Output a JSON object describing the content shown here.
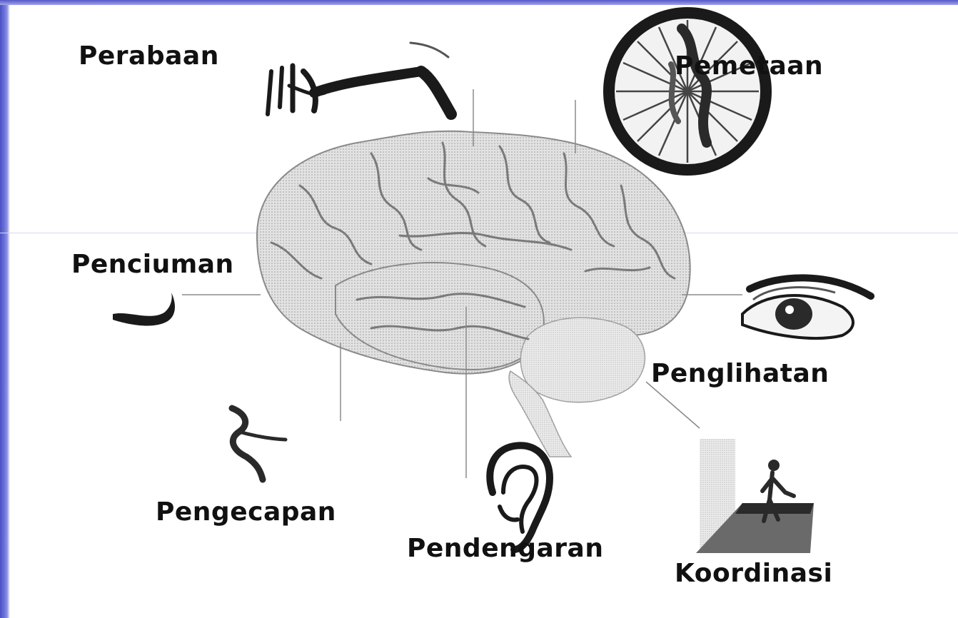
{
  "labels": {
    "perabaan": "Perabaan",
    "pemetaan": "Pemetaan",
    "penciuman": "Penciuman",
    "penglihatan": "Penglihatan",
    "pengecapan": "Pengecapan",
    "pendengaran": "Pendengaran",
    "koordinasi": "Koordinasi"
  },
  "colors": {
    "slide_edge": "#4a4fc4",
    "ink": "#111111",
    "brain": "#dcdcdc"
  },
  "icons": [
    "hand-icon",
    "wheel-icon",
    "nose-icon",
    "eye-icon",
    "tongue-icon",
    "ear-icon",
    "walker-icon",
    "brain-illustration"
  ]
}
